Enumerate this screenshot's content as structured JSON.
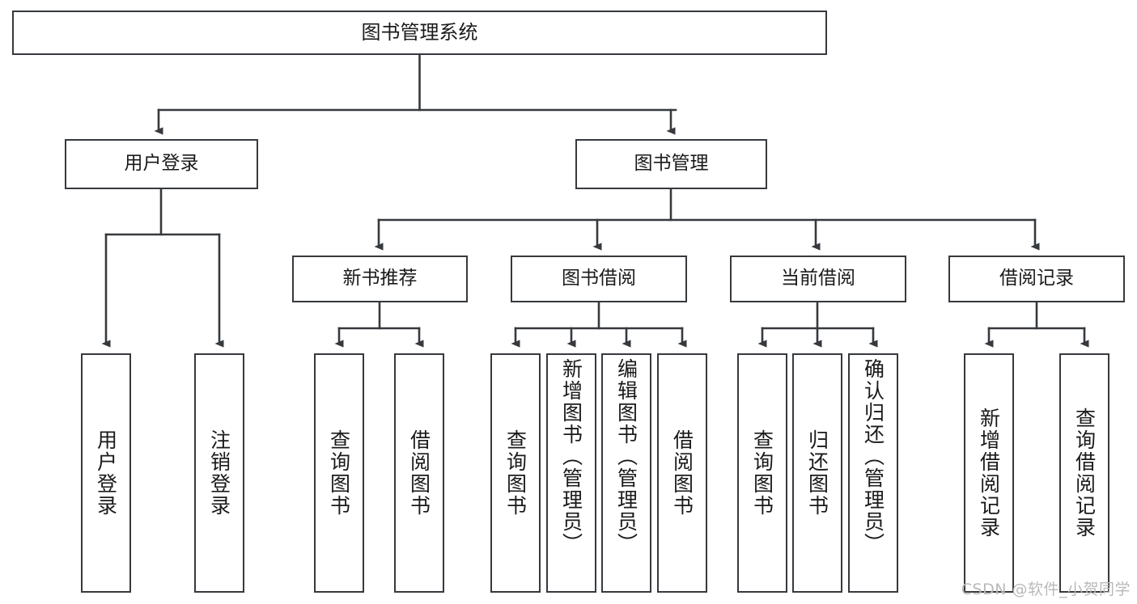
{
  "diagram": {
    "title": "图书管理系统",
    "watermark": "CSDN @软件_小贺同学",
    "colors": {
      "box_border": "#36393d",
      "edge": "#36393d",
      "background": "#ffffff",
      "text": "#1a1a1a",
      "watermark": "#b9b9b9"
    },
    "root": {
      "label": "图书管理系统"
    },
    "level2": [
      {
        "label": "用户登录"
      },
      {
        "label": "图书管理"
      }
    ],
    "level3": [
      {
        "label": "新书推荐"
      },
      {
        "label": "图书借阅"
      },
      {
        "label": "当前借阅"
      },
      {
        "label": "借阅记录"
      }
    ],
    "leaves": {
      "user_login": [
        {
          "label": "用户登录"
        },
        {
          "label": "注销登录"
        }
      ],
      "new_book_recommend": [
        {
          "label": "查询图书"
        },
        {
          "label": "借阅图书"
        }
      ],
      "book_borrow": [
        {
          "label": "查询图书"
        },
        {
          "label": "新增图书（管理员）"
        },
        {
          "label": "编辑图书（管理员）"
        },
        {
          "label": "借阅图书"
        }
      ],
      "current_borrow": [
        {
          "label": "查询图书"
        },
        {
          "label": "归还图书"
        },
        {
          "label": "确认归还（管理员）"
        }
      ],
      "borrow_record": [
        {
          "label": "新增借阅记录"
        },
        {
          "label": "查询借阅记录"
        }
      ]
    }
  }
}
